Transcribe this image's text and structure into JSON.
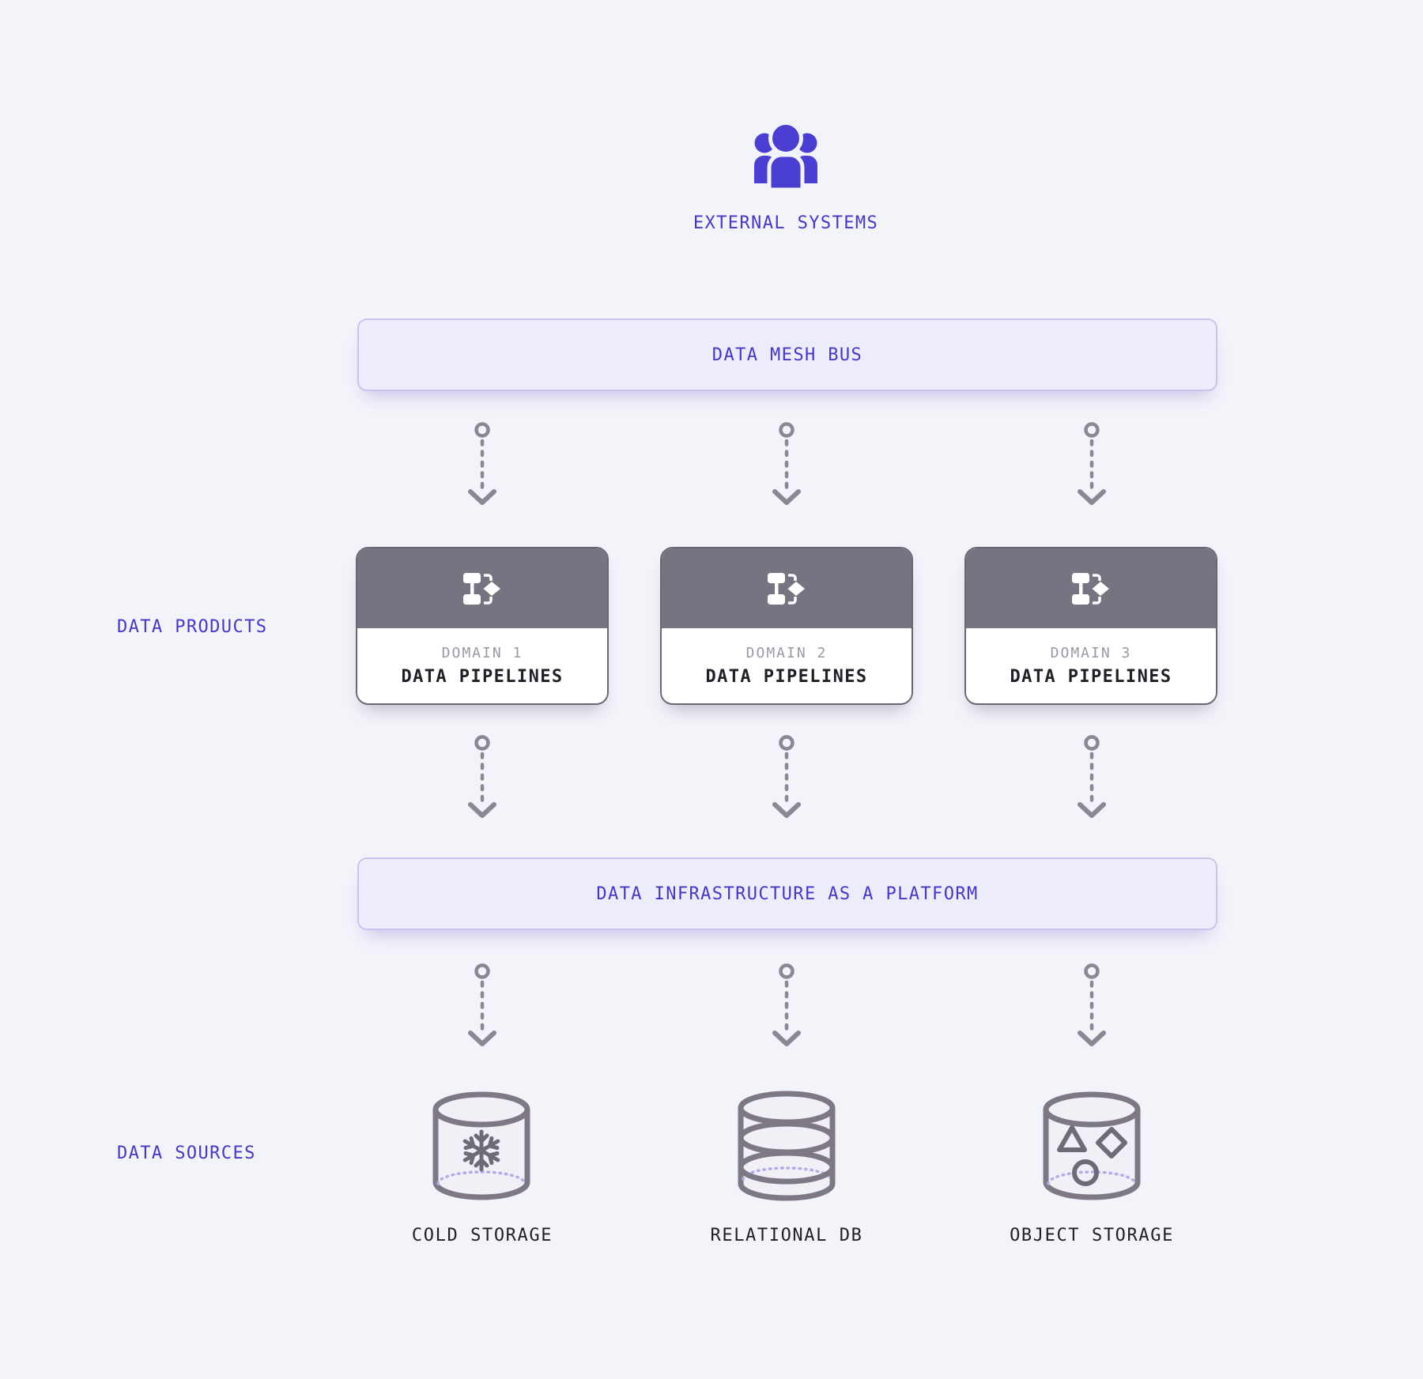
{
  "colors": {
    "background": "#f3f3fa",
    "accent_indigo": "#4338ca",
    "icon_indigo": "#4b3ed2",
    "bar_fill": "#edecfa",
    "bar_border": "#c9c3ef",
    "card_header_gray": "#787380",
    "card_border": "#6b6673",
    "arrow_gray": "#8b8794",
    "cylinder_stroke": "#7d7883",
    "dotted_arc_purple": "#b2ace9",
    "text_dark": "#211f26",
    "text_muted": "#9c98a3"
  },
  "external": {
    "label": "EXTERNAL SYSTEMS",
    "icon": "people-icon"
  },
  "bus": {
    "label": "DATA MESH BUS"
  },
  "row_labels": {
    "products": "DATA PRODUCTS",
    "sources": "DATA SOURCES"
  },
  "cards": [
    {
      "domain": "DOMAIN 1",
      "title": "DATA PIPELINES",
      "icon": "workflow-icon"
    },
    {
      "domain": "DOMAIN 2",
      "title": "DATA PIPELINES",
      "icon": "workflow-icon"
    },
    {
      "domain": "DOMAIN 3",
      "title": "DATA PIPELINES",
      "icon": "workflow-icon"
    }
  ],
  "platform": {
    "label": "DATA INFRASTRUCTURE AS A PLATFORM"
  },
  "sources": [
    {
      "label": "COLD STORAGE",
      "icon": "cold-storage-icon"
    },
    {
      "label": "RELATIONAL DB",
      "icon": "relational-db-icon"
    },
    {
      "label": "OBJECT STORAGE",
      "icon": "object-storage-icon"
    }
  ]
}
